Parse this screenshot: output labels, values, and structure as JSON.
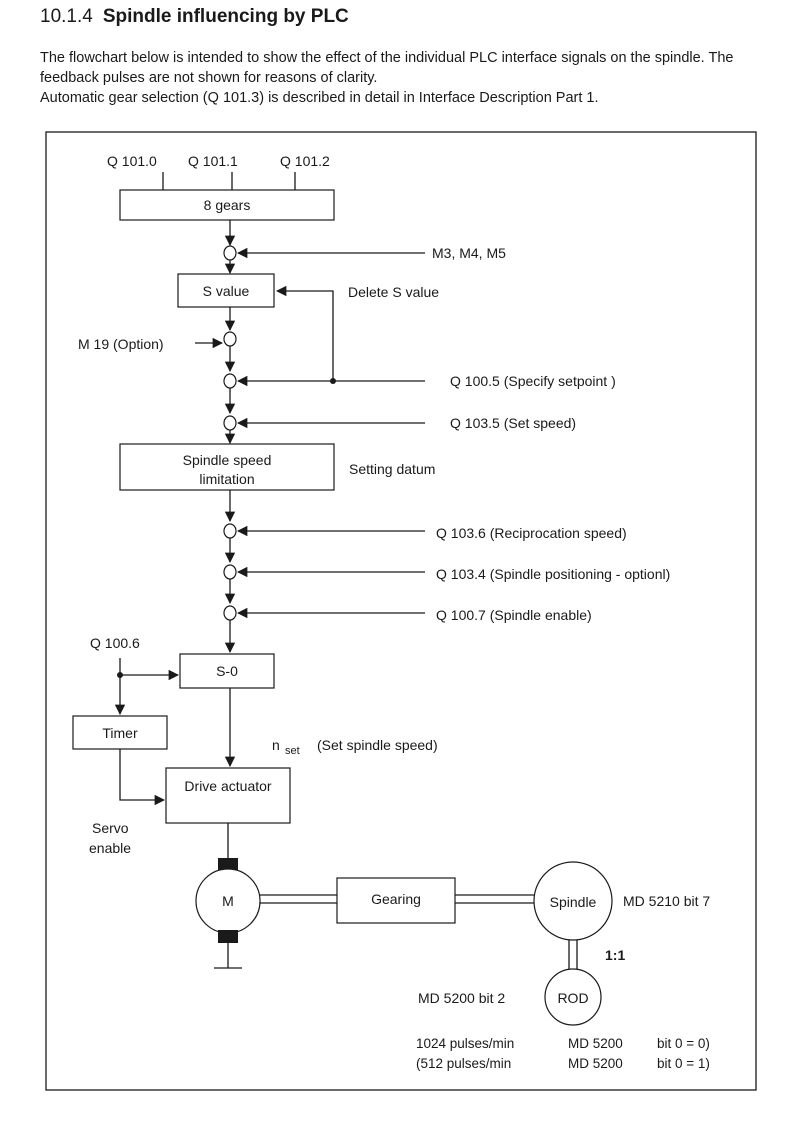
{
  "heading": {
    "number": "10.1.4",
    "title": "Spindle influencing by PLC"
  },
  "intro": {
    "line1": "The flowchart below is intended to show the effect of the individual PLC interface signals on the spindle.  The feedback pulses are not shown for reasons of clarity.",
    "line2": "Automatic gear selection (Q 101.3) is described in detail in Interface Description Part 1."
  },
  "diagram": {
    "inputs_top": [
      "Q 101.0",
      "Q 101.1",
      "Q 101.2"
    ],
    "boxes": {
      "gears": "8 gears",
      "s_value": "S value",
      "limitation_line1": "Spindle speed",
      "limitation_line2": "limitation",
      "s0": "S-0",
      "timer": "Timer",
      "drive": "Drive actuator",
      "gearing": "Gearing",
      "motor": "M",
      "spindle": "Spindle",
      "rod": "ROD"
    },
    "signals": {
      "m3m4m5": "M3, M4, M5",
      "delete_s": "Delete S value",
      "m19": "M 19 (Option)",
      "q1005": "Q 100.5 (Specify setpoint )",
      "q1035": "Q 103.5 (Set speed)",
      "setting_datum": "Setting datum",
      "q1036": "Q 103.6 (Reciprocation speed)",
      "q1034": "Q 103.4 (Spindle positioning - optionl)",
      "q1007": "Q 100.7 (Spindle enable)",
      "q1006": "Q 100.6",
      "nset_n": "n",
      "nset_sub": "set",
      "nset_desc": "(Set spindle speed)",
      "servo_line1": "Servo",
      "servo_line2": "enable",
      "md5210": "MD 5210 bit 7",
      "ratio": "1:1",
      "md5200_bit2": "MD 5200 bit 2"
    },
    "pulses": [
      {
        "rate": "1024 pulses/min",
        "md": "MD 5200",
        "bit": "bit 0 = 0)"
      },
      {
        "rate": "(512 pulses/min",
        "md": "MD 5200",
        "bit": "bit 0 = 1)"
      }
    ]
  }
}
